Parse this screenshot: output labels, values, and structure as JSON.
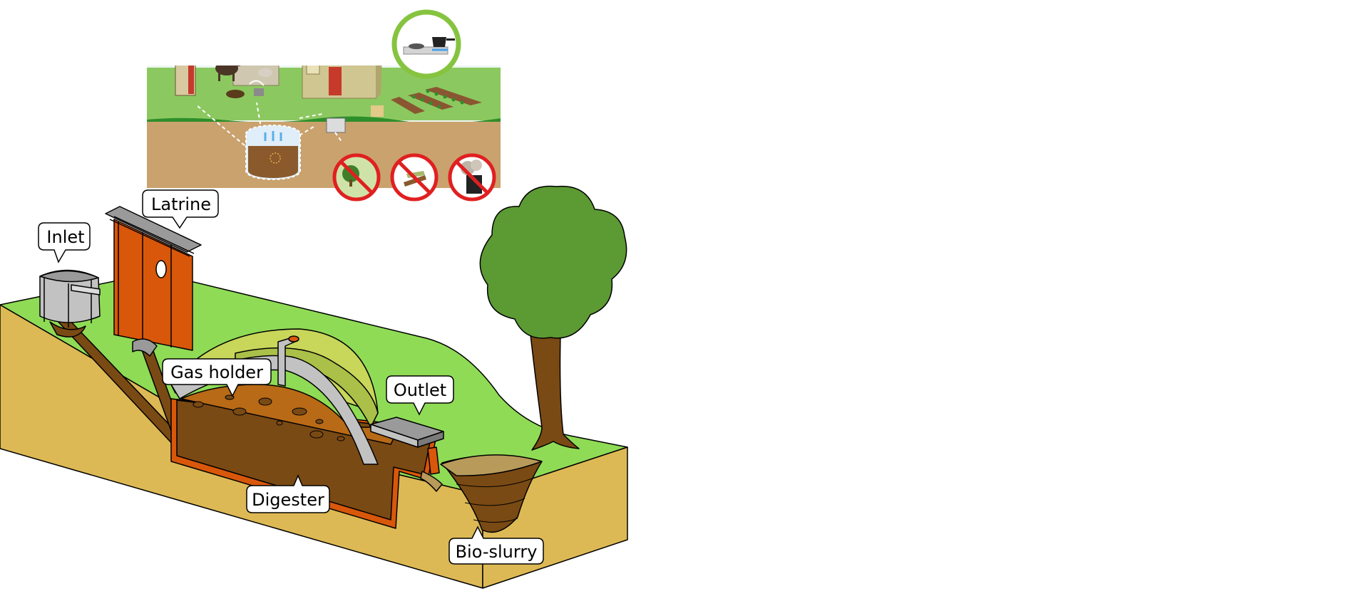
{
  "labels": {
    "inlet": "Inlet",
    "latrine": "Latrine",
    "gas_holder": "Gas holder",
    "outlet": "Outlet",
    "digester": "Digester",
    "bio_slurry": "Bio-slurry"
  },
  "colors": {
    "grass": "#8fdb56",
    "soil": "#ddb955",
    "digester_fill": "#7a4a14",
    "digester_wall": "#d9570a",
    "latrine": "#d9570a",
    "tree_crown": "#5c9a33",
    "tree_trunk": "#7a4a14",
    "metal": "#c2c2c2",
    "no_symbol_red": "#e02020",
    "stove_ring": "#86c440"
  },
  "icons": {
    "inset": "biogas-system-overview-illustration",
    "stove": "gas-stove-icon",
    "prohibited": [
      "no-deforestation-icon",
      "no-firewood-icon",
      "no-smoke-icon"
    ]
  }
}
